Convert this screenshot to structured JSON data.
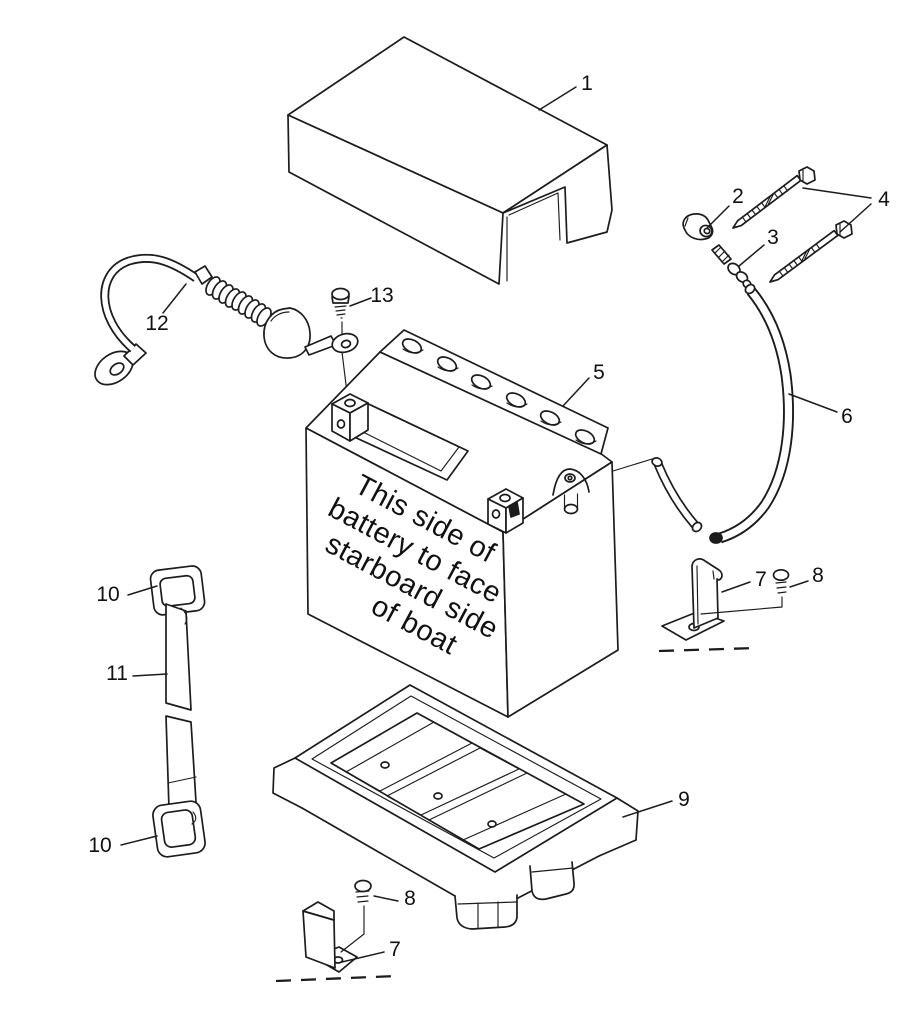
{
  "figure": {
    "background": "#ffffff",
    "ink": "#1c1c1c"
  },
  "battery_warning": {
    "lines": [
      "This side of",
      "battery to face",
      "starboard side",
      "of boat"
    ]
  },
  "callouts": [
    {
      "label": "1"
    },
    {
      "label": "2"
    },
    {
      "label": "3"
    },
    {
      "label": "4"
    },
    {
      "label": "5"
    },
    {
      "label": "6"
    },
    {
      "label": "7"
    },
    {
      "label": "8"
    },
    {
      "label": "9"
    },
    {
      "label": "10"
    },
    {
      "label": "11"
    },
    {
      "label": "10"
    },
    {
      "label": "12"
    },
    {
      "label": "13"
    },
    {
      "label": "8"
    },
    {
      "label": "7"
    }
  ]
}
